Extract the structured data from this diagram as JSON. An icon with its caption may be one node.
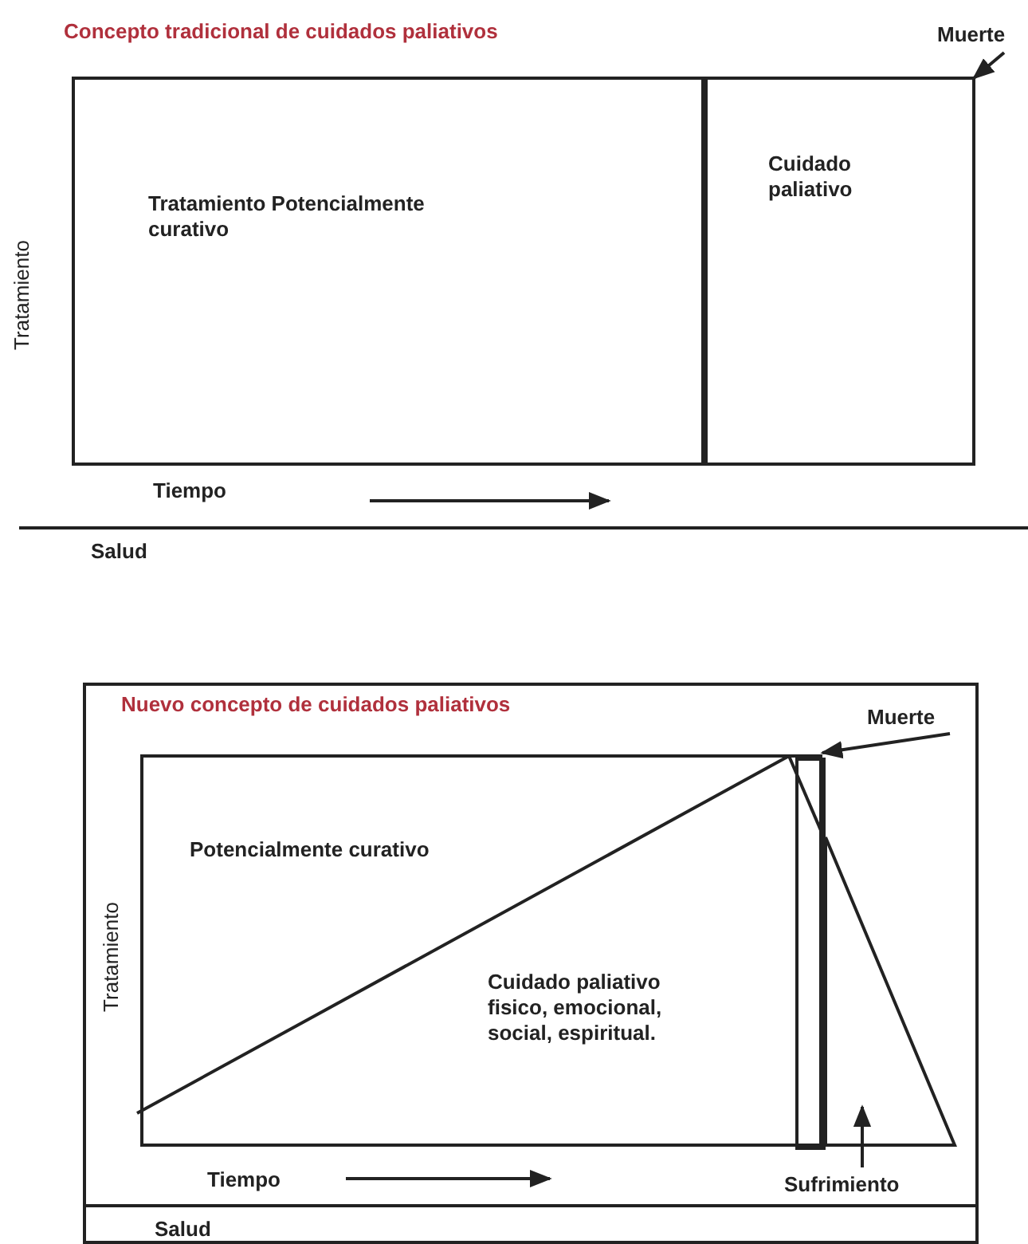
{
  "diagram": {
    "nodes": [
      {
        "text": [
          "Tratamiento Potencialmente curativo"
        ]
      },
      {
        "text": [
          "Cuidado paliativo"
        ]
      },
      {
        "text": [
          "Muerte"
        ]
      },
      {
        "text": [
          "Nuevo concepto de cuidados paliativos"
        ]
      },
      {
        "text": [
          "Potencialmente curativo",
          "Cuidado paliativo fisico, emocional, social, espiritual."
        ],
        "in": 3
      },
      {
        "text": [
          "Muerte"
        ],
        "in": 3
      },
      {
        "text": [],
        "shape": "box",
        "in": 4
      },
      {
        "text": [],
        "shape": "triangle",
        "in": 3
      },
      {
        "text": [
          "Sufrimiento"
        ],
        "in": 3
      }
    ],
    "edges": [
      {
        "from": 2,
        "to": 1,
        "arrow": "to"
      },
      {
        "from": 5,
        "to": 6,
        "arrow": "to"
      },
      {
        "from": 8,
        "to": 7,
        "arrow": "to"
      }
    ],
    "labels": [
      "Concepto tradicional de cuidados paliativos",
      "Tratamiento",
      "Tiempo",
      "Salud",
      "Tratamiento",
      "Tiempo",
      "Salud"
    ]
  }
}
